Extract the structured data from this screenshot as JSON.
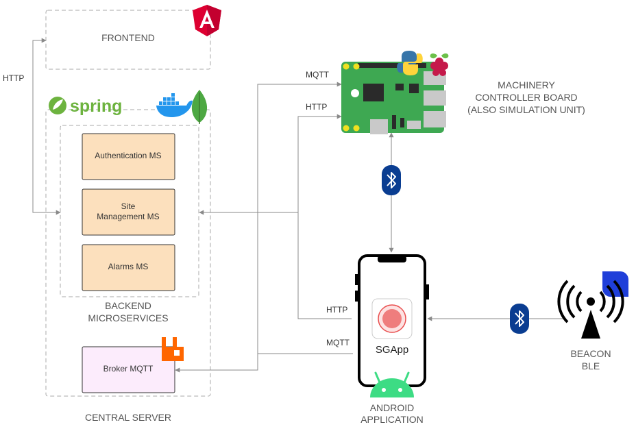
{
  "labels": {
    "frontend": "FRONTEND",
    "backend_line1": "BACKEND",
    "backend_line2": "MICROSERVICES",
    "central_server": "CENTRAL SERVER",
    "controller_line1": "MACHINERY",
    "controller_line2": "CONTROLLER BOARD",
    "controller_line3": "(ALSO SIMULATION UNIT)",
    "android_line1": "ANDROID",
    "android_line2": "APPLICATION",
    "beacon_line1": "BEACON",
    "beacon_line2": "BLE",
    "spring": "spring"
  },
  "microservices": {
    "auth": "Authentication MS",
    "site_line1": "Site",
    "site_line2": "Management MS",
    "alarms": "Alarms MS",
    "broker": "Broker MQTT"
  },
  "connections": {
    "http_frontend": "HTTP",
    "mqtt_board": "MQTT",
    "http_board": "HTTP",
    "http_app": "HTTP",
    "mqtt_app": "MQTT"
  },
  "app": {
    "name": "SGApp"
  },
  "colors": {
    "microservice_fill": "#fce0bd",
    "broker_fill": "#fcecfc",
    "angular_red": "#dd0031",
    "spring_green": "#6db33f",
    "docker_blue": "#2396ed",
    "mongo_green": "#4da842",
    "rabbitmq_orange": "#ff6600",
    "bluetooth_blue": "#0a3d91",
    "board_green": "#3ea852",
    "android_green": "#3ddc84",
    "app_red": "#e94f4f"
  },
  "icons": [
    "angular-icon",
    "spring-leaf-icon",
    "docker-icon",
    "mongodb-icon",
    "rabbitmq-icon",
    "python-icon",
    "raspberry-pi-icon",
    "bluetooth-icon",
    "android-icon",
    "beacon-icon"
  ]
}
